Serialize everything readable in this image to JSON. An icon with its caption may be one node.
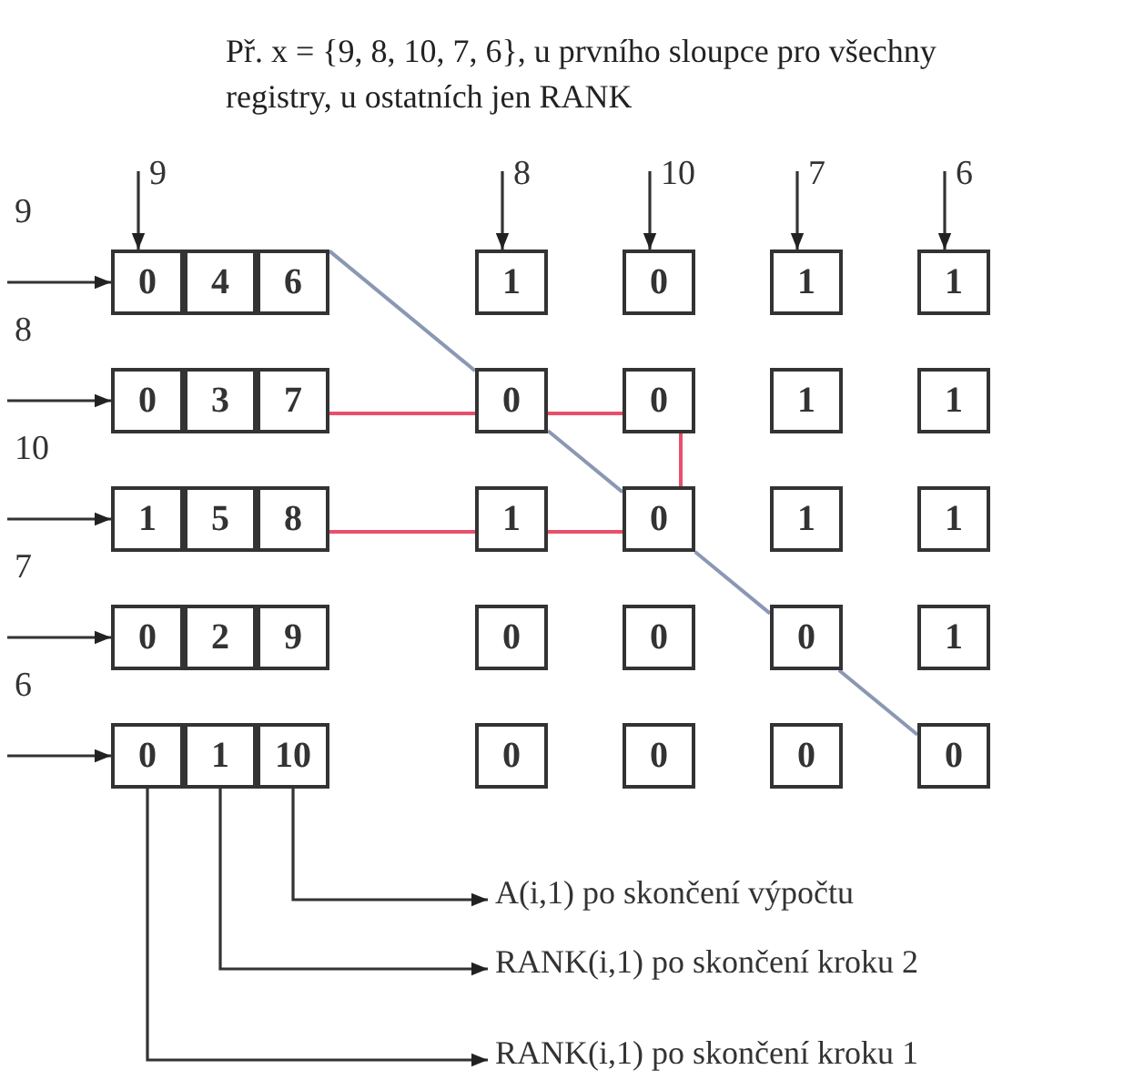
{
  "diagram": {
    "title": "Př. x = {9, 8, 10, 7, 6}, u prvního sloupce pro všechny registry, u ostatních jen RANK",
    "nodes": [
      {
        "text": [
          "0"
        ]
      },
      {
        "text": [
          "4"
        ]
      },
      {
        "text": [
          "6"
        ]
      },
      {
        "text": [
          "0"
        ]
      },
      {
        "text": [
          "3"
        ]
      },
      {
        "text": [
          "7"
        ]
      },
      {
        "text": [
          "1"
        ]
      },
      {
        "text": [
          "5"
        ]
      },
      {
        "text": [
          "8"
        ]
      },
      {
        "text": [
          "0"
        ]
      },
      {
        "text": [
          "2"
        ]
      },
      {
        "text": [
          "9"
        ]
      },
      {
        "text": [
          "0"
        ]
      },
      {
        "text": [
          "1"
        ]
      },
      {
        "text": [
          "10"
        ]
      },
      {
        "text": [
          "1"
        ]
      },
      {
        "text": [
          "0"
        ]
      },
      {
        "text": [
          "1"
        ]
      },
      {
        "text": [
          "1"
        ]
      },
      {
        "text": [
          "0"
        ]
      },
      {
        "text": [
          "0"
        ]
      },
      {
        "text": [
          "1"
        ]
      },
      {
        "text": [
          "1"
        ]
      },
      {
        "text": [
          "1"
        ]
      },
      {
        "text": [
          "0"
        ]
      },
      {
        "text": [
          "1"
        ]
      },
      {
        "text": [
          "1"
        ]
      },
      {
        "text": [
          "0"
        ]
      },
      {
        "text": [
          "0"
        ]
      },
      {
        "text": [
          "0"
        ]
      },
      {
        "text": [
          "1"
        ]
      },
      {
        "text": [
          "0"
        ]
      },
      {
        "text": [
          "0"
        ]
      },
      {
        "text": [
          "0"
        ]
      },
      {
        "text": [
          "0"
        ]
      },
      {
        "text": [
          "A(i,1)  po skončení výpočtu"
        ]
      },
      {
        "text": [
          "RANK(i,1)  po skončení kroku 2"
        ]
      },
      {
        "text": [
          "RANK(i,1)  po skončení kroku 1"
        ]
      }
    ],
    "edges": [
      {
        "from": null,
        "to": 0,
        "arrow": "to",
        "label": "9"
      },
      {
        "from": null,
        "to": 3,
        "arrow": "to",
        "label": "8"
      },
      {
        "from": null,
        "to": 6,
        "arrow": "to",
        "label": "10"
      },
      {
        "from": null,
        "to": 9,
        "arrow": "to",
        "label": "7"
      },
      {
        "from": null,
        "to": 12,
        "arrow": "to",
        "label": "6"
      },
      {
        "from": null,
        "to": 0,
        "arrow": "to",
        "label": "9"
      },
      {
        "from": null,
        "to": 15,
        "arrow": "to",
        "label": "8"
      },
      {
        "from": null,
        "to": 16,
        "arrow": "to",
        "label": "10"
      },
      {
        "from": null,
        "to": 17,
        "arrow": "to",
        "label": "7"
      },
      {
        "from": null,
        "to": 18,
        "arrow": "to",
        "label": "6"
      },
      {
        "from": 14,
        "to": 35,
        "arrow": "to"
      },
      {
        "from": 13,
        "to": 36,
        "arrow": "to"
      },
      {
        "from": 12,
        "to": 37,
        "arrow": "to"
      },
      {
        "from": 5,
        "to": 19,
        "arrow": "none",
        "color": "#e8506a"
      },
      {
        "from": 19,
        "to": 20,
        "arrow": "none",
        "color": "#e8506a"
      },
      {
        "from": 20,
        "to": 24,
        "arrow": "none",
        "color": "#e8506a"
      },
      {
        "from": 24,
        "to": 23,
        "arrow": "none",
        "color": "#e8506a"
      },
      {
        "from": 23,
        "to": 8,
        "arrow": "none",
        "color": "#e8506a"
      },
      {
        "from": 2,
        "to": 19,
        "arrow": "none",
        "color": "#8a98b4"
      },
      {
        "from": 19,
        "to": 24,
        "arrow": "none",
        "color": "#8a98b4"
      },
      {
        "from": 24,
        "to": 29,
        "arrow": "none",
        "color": "#8a98b4"
      },
      {
        "from": 29,
        "to": 34,
        "arrow": "none",
        "color": "#8a98b4"
      }
    ]
  }
}
